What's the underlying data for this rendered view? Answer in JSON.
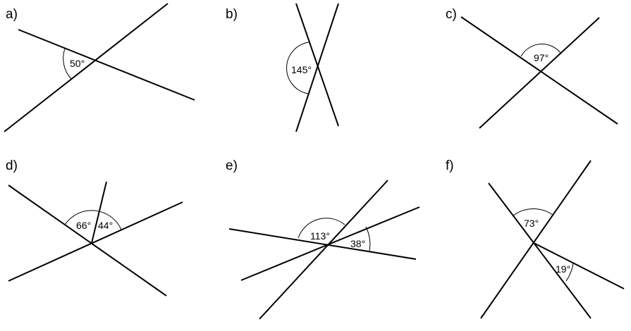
{
  "panels": [
    {
      "id": "a",
      "label": "a)",
      "angles": [
        "50°"
      ]
    },
    {
      "id": "b",
      "label": "b)",
      "angles": [
        "145°"
      ]
    },
    {
      "id": "c",
      "label": "c)",
      "angles": [
        "97°"
      ]
    },
    {
      "id": "d",
      "label": "d)",
      "angles": [
        "66°",
        "44°"
      ]
    },
    {
      "id": "e",
      "label": "e)",
      "angles": [
        "113°",
        "38°"
      ]
    },
    {
      "id": "f",
      "label": "f)",
      "angles": [
        "73°",
        "19°"
      ]
    }
  ]
}
